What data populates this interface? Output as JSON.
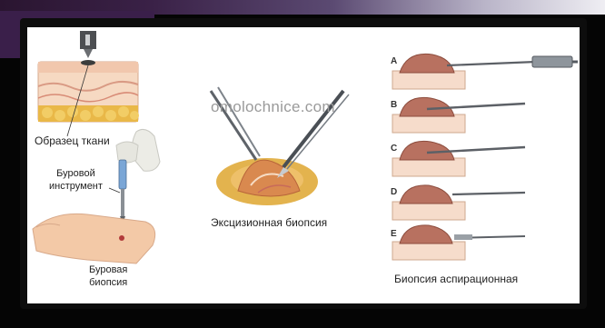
{
  "watermark": "omolochnice.com",
  "labels": {
    "tissue_sample": "Образец ткани",
    "punch_tool": "Буровой\nинструмент",
    "punch_biopsy": "Буровая\nбиопсия",
    "excisional_biopsy": "Эксцизионная биопсия",
    "aspiration_biopsy": "Биопсия аспирационная"
  },
  "panel_letters": [
    "A",
    "B",
    "C",
    "D",
    "E"
  ],
  "colors": {
    "background": "#050505",
    "panel": "#ffffff",
    "skin": "#f2c4a4",
    "fat": "#e7b64a",
    "tumor": "#b5715a",
    "steel": "#6d7278",
    "glove": "#e9e9e4"
  }
}
